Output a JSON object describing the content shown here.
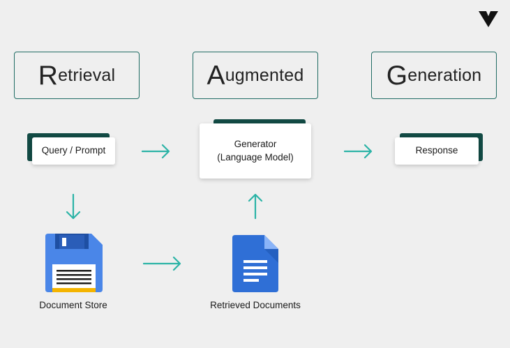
{
  "headers": {
    "retrieval": {
      "initial": "R",
      "rest": "etrieval"
    },
    "augmented": {
      "initial": "A",
      "rest": "ugmented"
    },
    "generation": {
      "initial": "G",
      "rest": "eneration"
    }
  },
  "nodes": {
    "query": "Query / Prompt",
    "generator_line1": "Generator",
    "generator_line2": "(Language Model)",
    "response": "Response",
    "document_store": "Document Store",
    "retrieved_documents": "Retrieved Documents"
  },
  "colors": {
    "arrow": "#2bb3a6",
    "header_border": "#1f6b63",
    "card_tab": "#124a44",
    "floppy_blue": "#4a86e8",
    "doc_blue": "#2f6fd6",
    "background": "#efefef"
  },
  "icons": {
    "document_store": "floppy-disk-icon",
    "retrieved_documents": "document-icon",
    "brand": "v-logo-icon"
  }
}
